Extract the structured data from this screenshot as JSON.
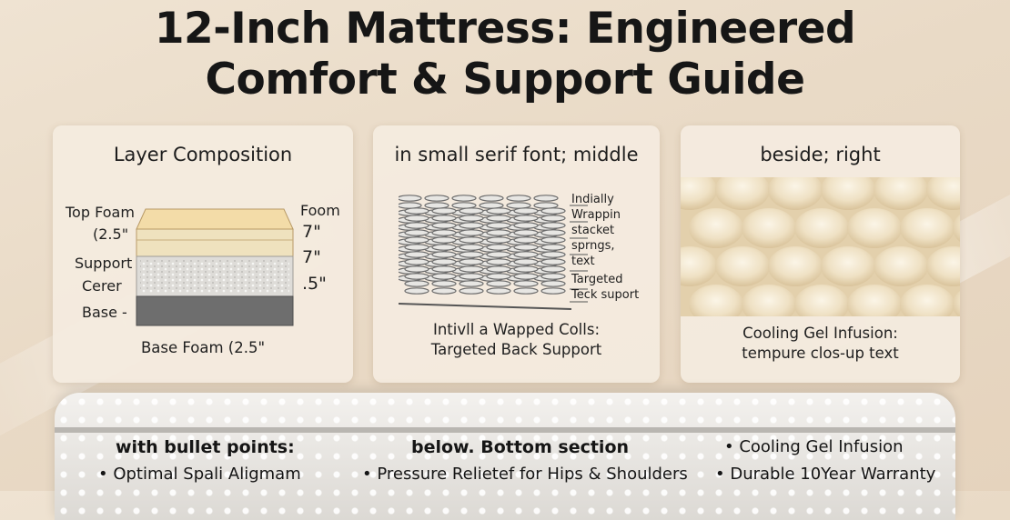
{
  "title": {
    "line1": "12-Inch Mattress: Engineered",
    "line2": "Comfort & Support Guide"
  },
  "panels": {
    "layers": {
      "heading": "Layer Composition",
      "left_labels": [
        "Top Foam",
        "(2.5\"",
        "Support",
        "Cerer",
        "Base -"
      ],
      "right_labels": [
        "Foom",
        "7\"",
        "7\"",
        ".5\""
      ],
      "caption": "Base Foam (2.5\""
    },
    "coils": {
      "heading": "in small serif font; middle",
      "callouts": [
        "Indially",
        "Wrappin",
        "stacket",
        "sprngs,",
        "text",
        "Targeted",
        "Teck suport"
      ],
      "caption_line1": "Intivll a Wapped Colls:",
      "caption_line2": "Targeted Back Support"
    },
    "gel": {
      "heading": "beside; right",
      "caption_line1": "Cooling Gel Infusion:",
      "caption_line2": "tempure clos-up text"
    }
  },
  "bottom": {
    "col1_heading": "with bullet points:",
    "col1_item": "• Optimal Spali Aligmam",
    "col2_heading": "below. Bottom section",
    "col2_item": "• Pressure Relietef for Hips & Shoulders",
    "col3_item1": "• Cooling Gel Infusion",
    "col3_item2": "• Durable 10Year Warranty"
  },
  "colors": {
    "background": "#ebdcc8",
    "panel": "#f4ece0",
    "foam_top": "#f3dca8",
    "foam_mid": "#efe2be",
    "support_layer": "#d8d6d2",
    "base_layer": "#6e6e6e",
    "gel_foam": "#f2e6cc"
  }
}
